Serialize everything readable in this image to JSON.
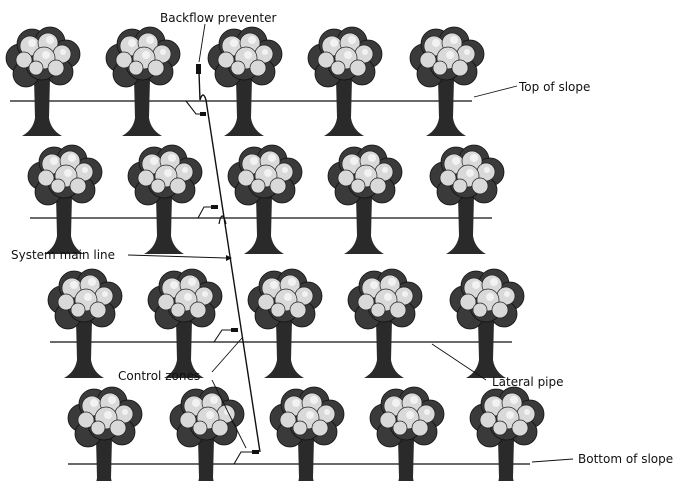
{
  "labels": {
    "backflow": "Backflow preventer",
    "top_slope": "Top of slope",
    "main_line": "System main line",
    "lateral": "Lateral pipe",
    "control_zones": "Control zones",
    "bottom_slope": "Bottom of slope"
  },
  "rows": [
    {
      "name": "row-1",
      "tree_count": 5
    },
    {
      "name": "row-2",
      "tree_count": 5
    },
    {
      "name": "row-3",
      "tree_count": 5
    },
    {
      "name": "row-4",
      "tree_count": 5
    }
  ],
  "colors": {
    "line": "#111111",
    "crown_light": "#d7d7d7",
    "crown_dark": "#3a3a3a",
    "trunk": "#2a2a2a"
  }
}
